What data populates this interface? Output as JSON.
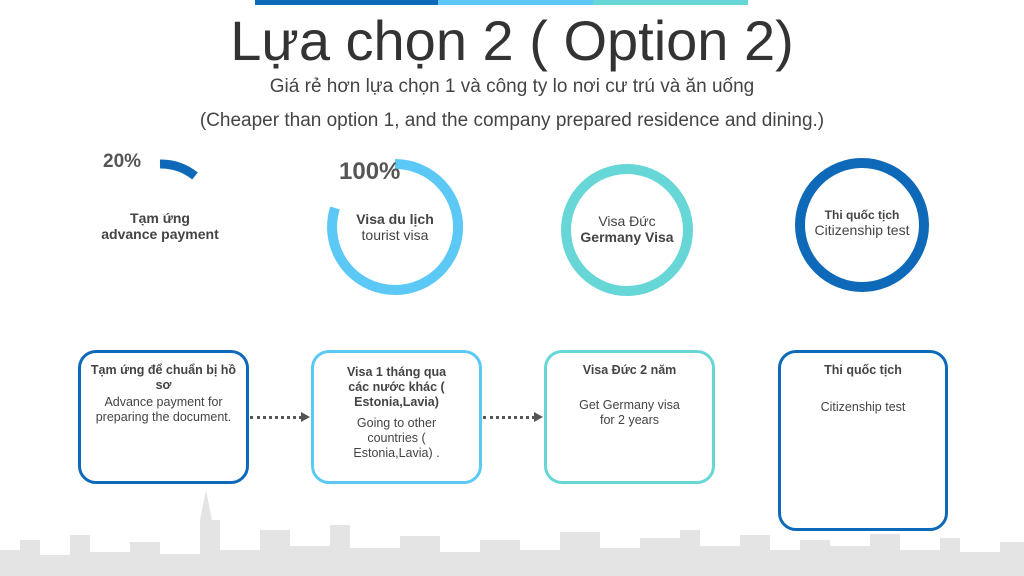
{
  "header": {
    "title": "Lựa chọn 2 ( Option 2)",
    "subtitle_vi": "Giá rẻ hơn lựa chọn 1 và công ty lo nơi cư trú và ăn uống",
    "subtitle_en": "(Cheaper than option 1, and the company prepared residence and dining.)"
  },
  "colors": {
    "dark_blue": "#0e6ab8",
    "light_blue": "#5bc8f5",
    "teal": "#66d6d6",
    "gray_text": "#444444"
  },
  "steps": [
    {
      "percent_label": "20%",
      "progress": 0.2,
      "title": "Tạm ứng",
      "subtitle": "advance payment"
    },
    {
      "percent_label": "100%",
      "progress": 1.0,
      "title": "Visa du lịch",
      "subtitle": "tourist visa"
    },
    {
      "title": "Visa Đức",
      "subtitle": "Germany Visa"
    },
    {
      "title": "Thi quốc tịch",
      "subtitle": "Citizenship test"
    }
  ],
  "boxes": [
    {
      "title": "Tạm ứng để chuẩn bị hồ sơ",
      "body": "Advance payment for preparing the document."
    },
    {
      "title": "Visa 1 tháng qua các nước khác ( Estonia,Lavia)",
      "body": "Going to other countries ( Estonia,Lavia) ."
    },
    {
      "title": "Visa Đức 2 năm",
      "body": "Get Germany visa for 2 years"
    },
    {
      "title": "Thi quốc tịch",
      "body": "Citizenship test"
    }
  ]
}
